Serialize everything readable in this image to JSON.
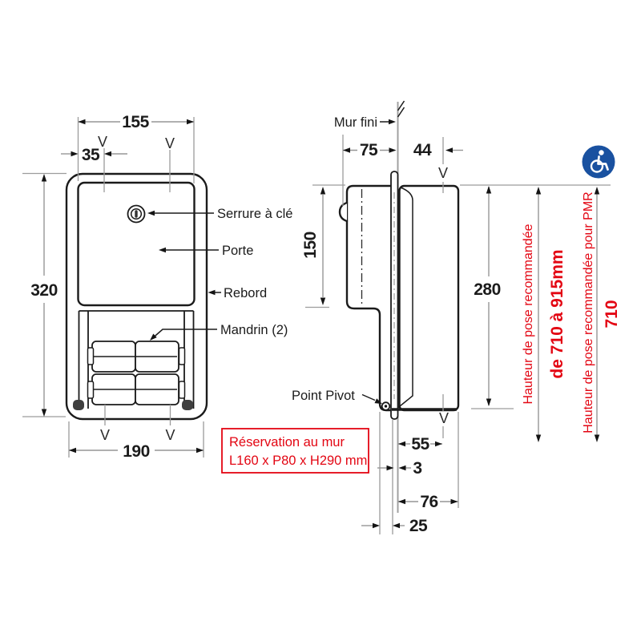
{
  "front_view": {
    "dim_door_width": "155",
    "dim_fixing_offset": "35",
    "dim_body_height": "320",
    "dim_body_width": "190",
    "label_lock": "Serrure à clé",
    "label_door": "Porte",
    "label_edge": "Rebord",
    "label_spindle": "Mandrin (2)"
  },
  "side_view": {
    "label_wall": "Mur fini",
    "dim_recess_depth": "75",
    "dim_top_fixing": "44",
    "dim_recess_height": "150",
    "dim_door_height": "280",
    "dim_bottom_fixing": "55",
    "dim_wall_gap": "3",
    "dim_projection": "76",
    "dim_behind_wall": "25",
    "label_pivot": "Point Pivot"
  },
  "marks": {
    "fixing": "V"
  },
  "notes": {
    "reservation_line1": "Réservation au mur",
    "reservation_line2": "L160 x P80 x H290 mm",
    "recommended_height_label": "Hauteur de pose recommandée",
    "recommended_height_value": "de 710 à 915mm",
    "pmr_height_label": "Hauteur de pose recommandée pour PMR",
    "pmr_height_value": "710"
  },
  "icon": {
    "accessibility": "wheelchair-accessibility"
  },
  "colors": {
    "note_red": "#e30613",
    "accessibility_blue": "#1951a0",
    "line_black": "#1b1b1b",
    "dim_gray": "#969696"
  }
}
